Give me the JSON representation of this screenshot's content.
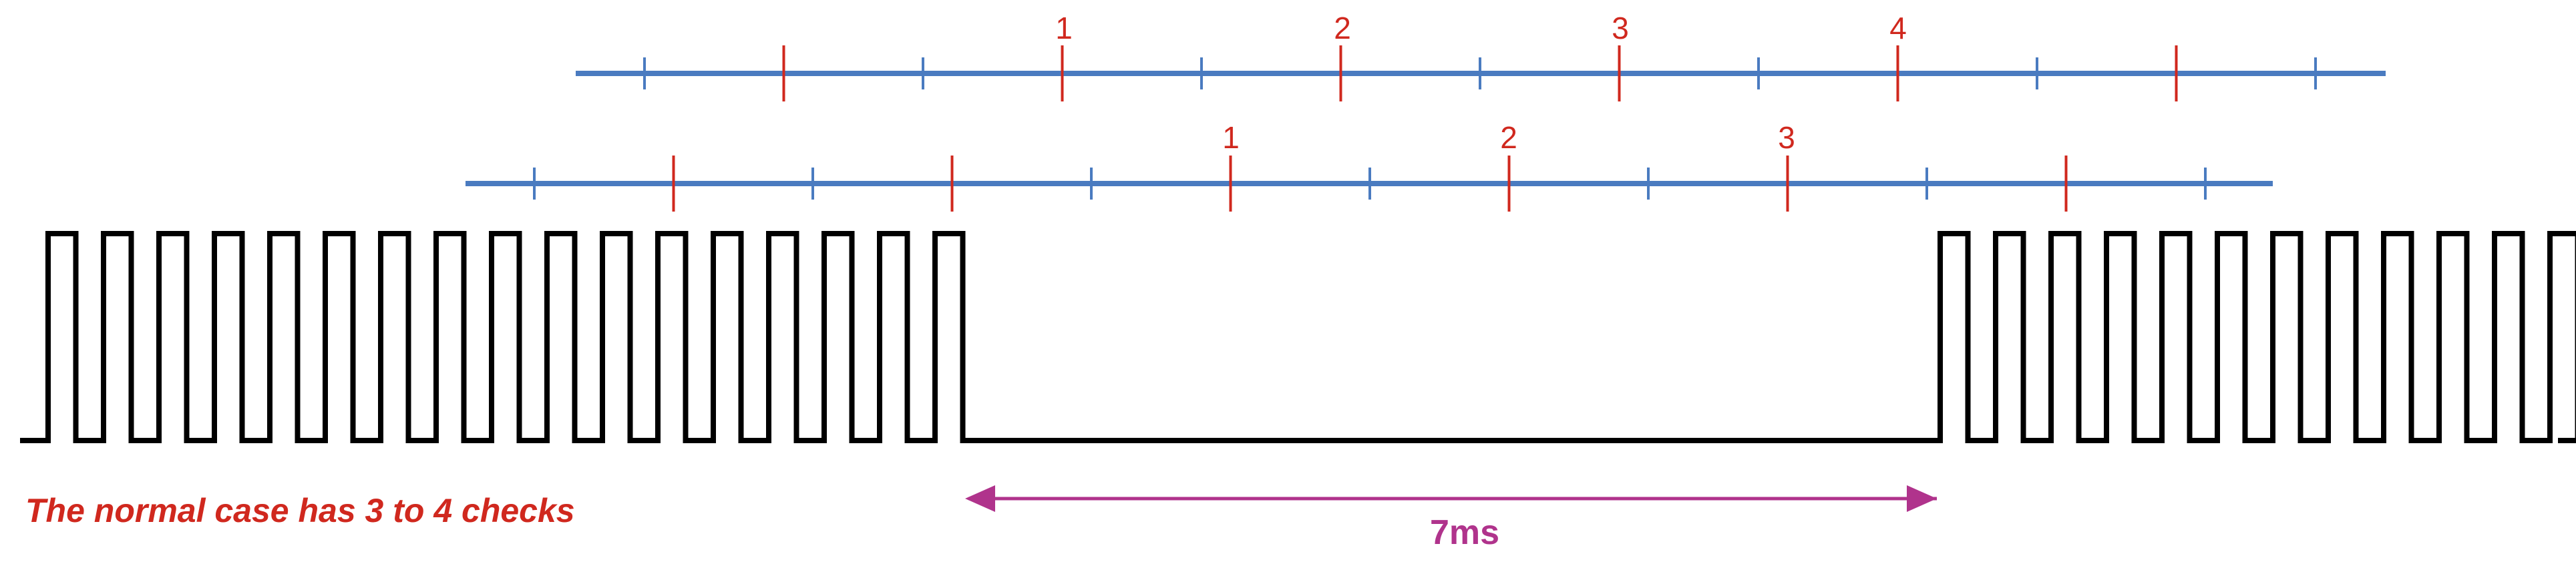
{
  "caption": "The normal case has 3 to 4 checks",
  "gap_label": "7ms",
  "upper_timeline": {
    "check_labels": [
      "1",
      "2",
      "3",
      "4"
    ]
  },
  "lower_timeline": {
    "check_labels": [
      "1",
      "2",
      "3"
    ]
  },
  "colors": {
    "signal": "#000000",
    "timeline": "#4a7bc0",
    "check_tick": "#d0281e",
    "caption": "#d0281e",
    "duration": "#b0338c"
  }
}
